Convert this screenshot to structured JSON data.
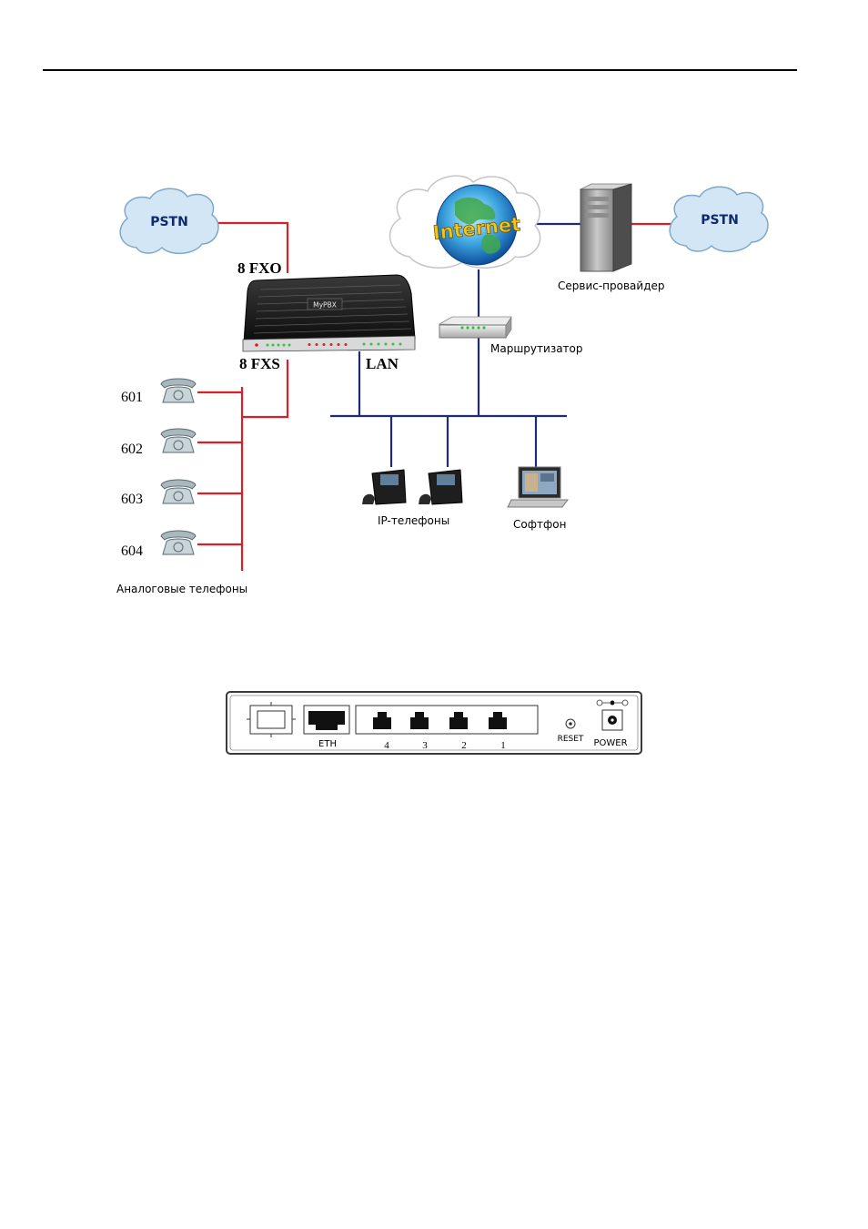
{
  "network_diagram": {
    "pstn_left_label": "PSTN",
    "pstn_right_label": "PSTN",
    "internet_label": "Internet",
    "fxo_label": "8 FXO",
    "fxs_label": "8 FXS",
    "lan_label": "LAN",
    "device_brand": "MyPBX",
    "service_provider_label": "Сервис-провайдер",
    "router_label": "Маршрутизатор",
    "ip_phones_label": "IP-телефоны",
    "softphone_label": "Софтфон",
    "analog_phones_label": "Аналоговые телефоны",
    "extensions": [
      "601",
      "602",
      "603",
      "604"
    ]
  },
  "back_panel": {
    "eth_label": "ETH",
    "port_labels": [
      "4",
      "3",
      "2",
      "1"
    ],
    "reset_label": "RESET",
    "power_label": "POWER"
  },
  "colors": {
    "pstn_line": "#d8202a",
    "lan_line": "#1f2a7a",
    "cloud_fill": "#d2e6f6",
    "pstn_text": "#0e2a6e"
  }
}
